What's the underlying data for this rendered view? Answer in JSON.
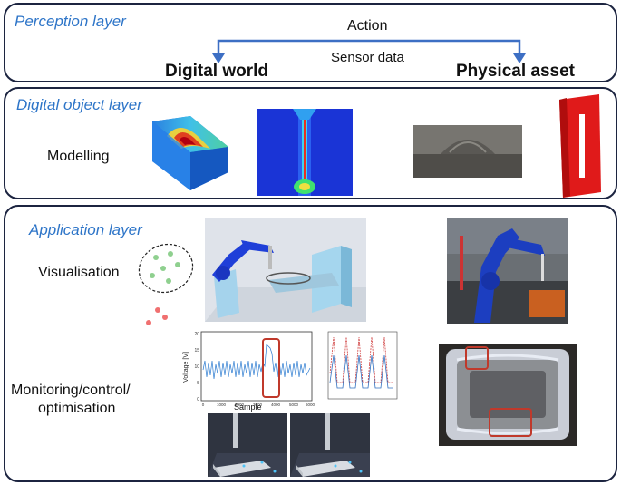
{
  "perception": {
    "title": "Perception layer",
    "action_label": "Action",
    "sensor_label": "Sensor data",
    "digital_world": "Digital world",
    "physical_asset": "Physical asset",
    "arrow_color": "#3d6fc4"
  },
  "digital_object": {
    "title": "Digital object layer",
    "modelling_label": "Modelling"
  },
  "application": {
    "title": "Application layer",
    "visualisation_label": "Visualisation",
    "monitoring_label_line1": "Monitoring/control/",
    "monitoring_label_line2": "optimisation",
    "plot": {
      "ylabel": "Voltage [V]",
      "xlabel": "Sample",
      "yticks": [
        "20",
        "15",
        "10",
        "5",
        "0"
      ],
      "xticks": [
        "0",
        "1000",
        "2000",
        "3000",
        "4000",
        "5000",
        "6000"
      ]
    }
  },
  "colors": {
    "layer_title": "#2e75c8",
    "border": "#1c2440",
    "highlight_box": "#c0392b"
  }
}
